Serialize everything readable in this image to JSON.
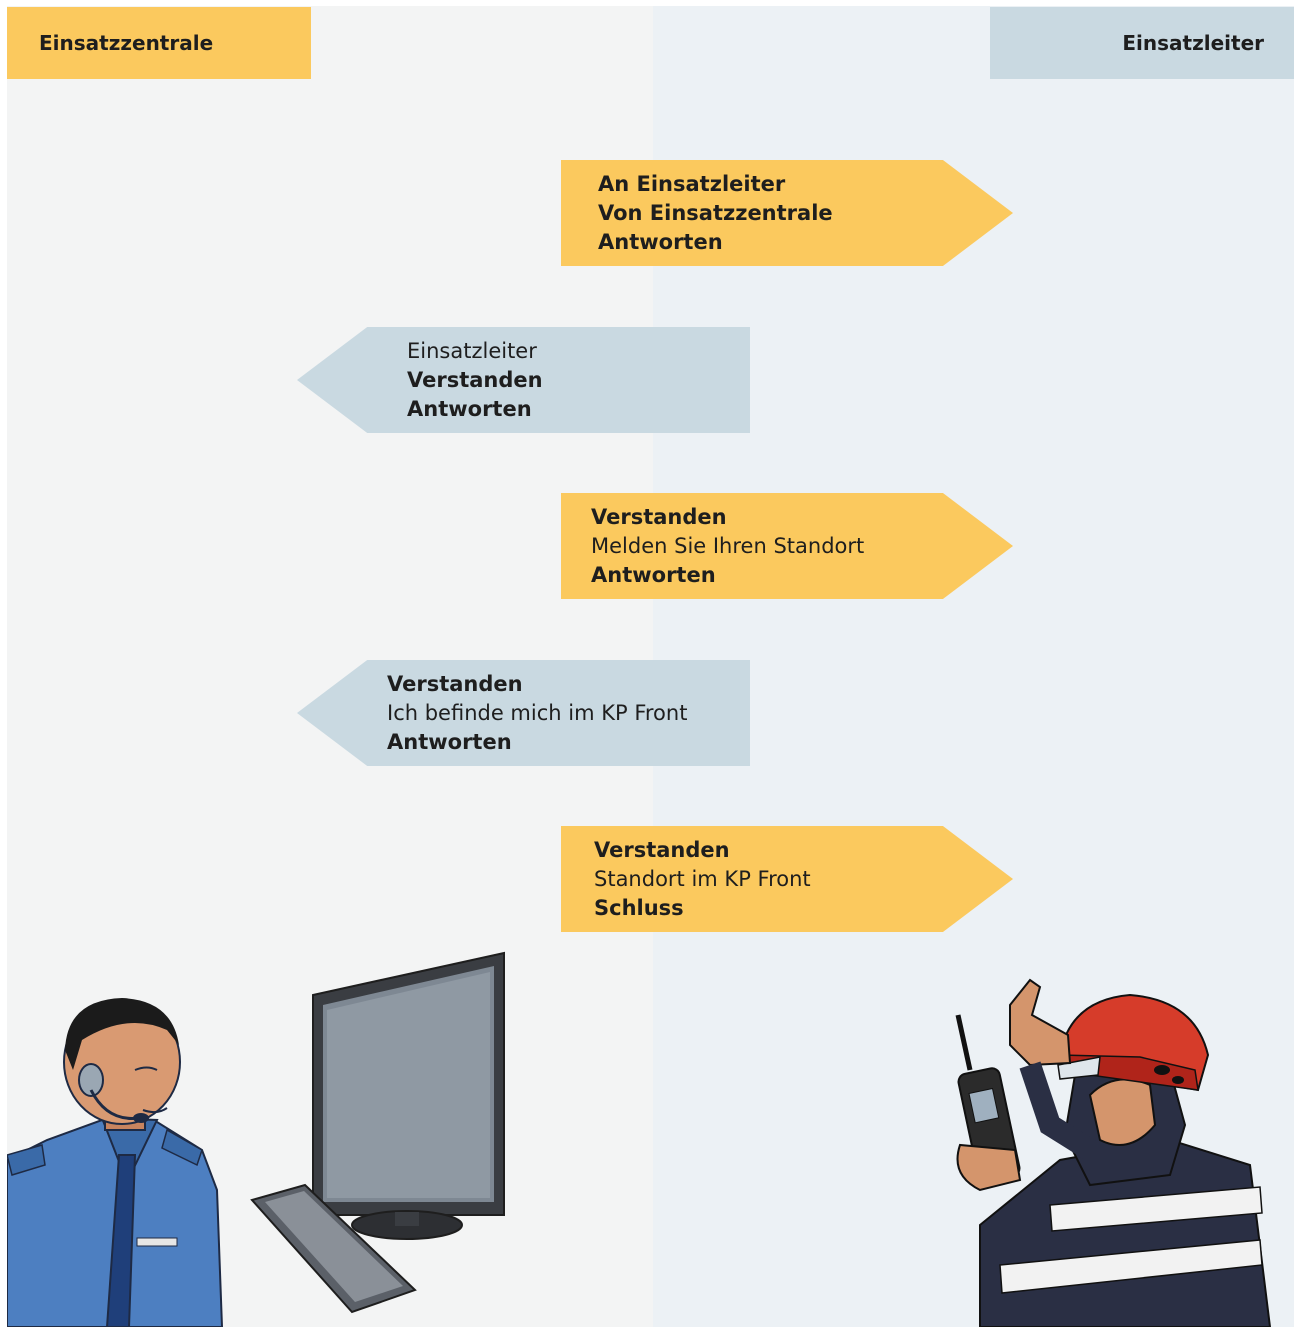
{
  "headers": {
    "left": "Einsatzzentrale",
    "right": "Einsatzleiter"
  },
  "messages": [
    {
      "direction": "right",
      "lines": [
        "An Einsatzleiter",
        "Von Einsatzzentrale",
        "Antworten"
      ]
    },
    {
      "direction": "left",
      "lines": [
        "Einsatzleiter",
        "Verstanden",
        "Antworten"
      ]
    },
    {
      "direction": "right",
      "lines": [
        "Verstanden",
        "Melden Sie Ihren Standort",
        "Antworten"
      ]
    },
    {
      "direction": "left",
      "lines": [
        "Verstanden",
        "Ich befinde mich im KP Front",
        "Antworten"
      ]
    },
    {
      "direction": "right",
      "lines": [
        "Verstanden",
        "Standort im KP Front",
        "Schluss"
      ]
    }
  ],
  "colors": {
    "left_accent": "#fbc95e",
    "right_accent": "#c9d9e1",
    "left_background": "#f3f4f4",
    "right_background": "#ecf1f5"
  },
  "illustrations": {
    "left": [
      "dispatcher-person-icon",
      "computer-monitor-icon",
      "keyboard-icon"
    ],
    "right": [
      "firefighter-person-icon",
      "radio-handset-icon"
    ]
  }
}
